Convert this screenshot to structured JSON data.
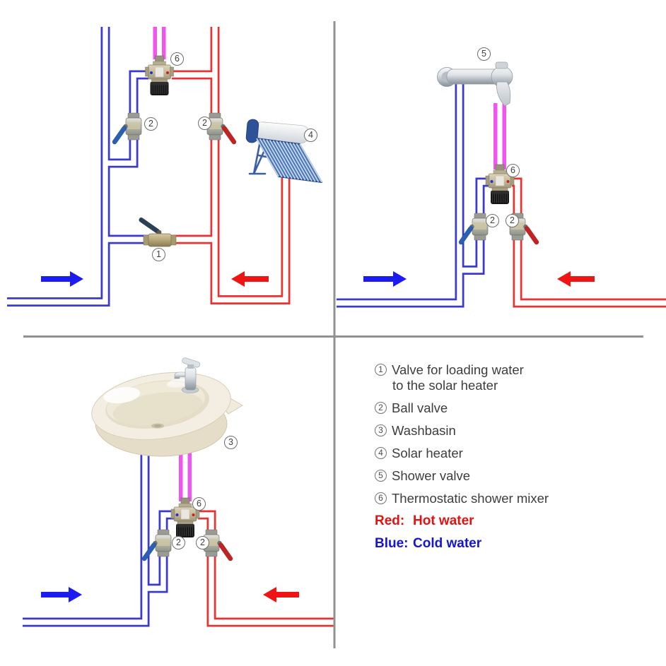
{
  "legend": {
    "items": [
      {
        "num": "1",
        "label": "Valve for loading water",
        "label2": "to the solar heater"
      },
      {
        "num": "2",
        "label": "Ball valve"
      },
      {
        "num": "3",
        "label": "Washbasin"
      },
      {
        "num": "4",
        "label": "Solar heater"
      },
      {
        "num": "5",
        "label": "Shower valve"
      },
      {
        "num": "6",
        "label": "Thermostatic shower mixer"
      }
    ],
    "hot_key": {
      "label": "Red:",
      "value": "Hot water"
    },
    "cold_key": {
      "label": "Blue:",
      "value": "Cold water"
    }
  },
  "markers": {
    "top_left": {
      "mixer": "6",
      "cold_valve": "2",
      "hot_valve": "2",
      "solar": "4",
      "loading_valve": "1"
    },
    "top_right": {
      "shower": "5",
      "mixer": "6",
      "cold_valve": "2",
      "hot_valve": "2"
    },
    "bottom_left": {
      "basin": "3",
      "mixer": "6",
      "cold_valve": "2",
      "hot_valve": "2"
    }
  },
  "palette": {
    "cold_pipe": "#3a3ad0",
    "hot_pipe": "#e93333",
    "mixed_pipe": "#f055f0",
    "cold_arrow": "#1c1cf0",
    "hot_arrow": "#f01515",
    "divider": "#919191"
  }
}
